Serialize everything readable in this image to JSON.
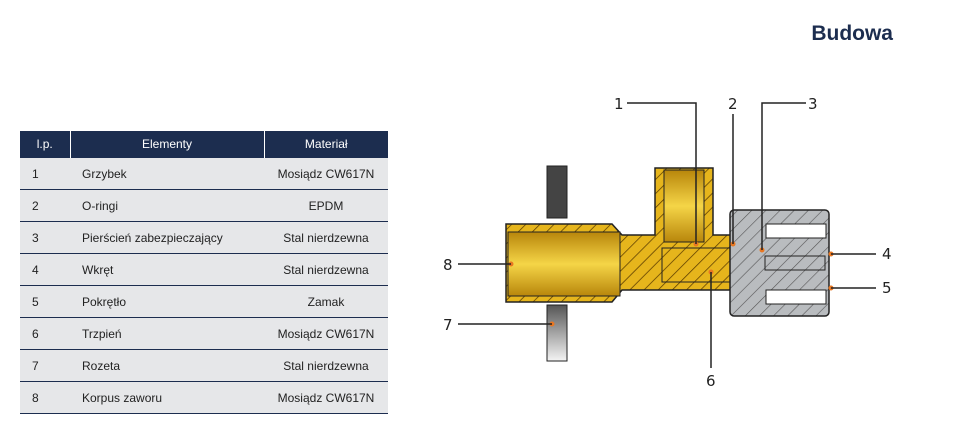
{
  "title": "Budowa",
  "table": {
    "headers": [
      "l.p.",
      "Elementy",
      "Materiał"
    ],
    "rows": [
      {
        "lp": "1",
        "element": "Grzybek",
        "material": "Mosiądz CW617N"
      },
      {
        "lp": "2",
        "element": "O-ringi",
        "material": "EPDM"
      },
      {
        "lp": "3",
        "element": "Pierścień zabezpieczający",
        "material": "Stal nierdzewna"
      },
      {
        "lp": "4",
        "element": "Wkręt",
        "material": "Stal nierdzewna"
      },
      {
        "lp": "5",
        "element": "Pokrętło",
        "material": "Zamak"
      },
      {
        "lp": "6",
        "element": "Trzpień",
        "material": "Mosiądz CW617N"
      },
      {
        "lp": "7",
        "element": "Rozeta",
        "material": "Stal nierdzewna"
      },
      {
        "lp": "8",
        "element": "Korpus zaworu",
        "material": "Mosiądz CW617N"
      }
    ]
  },
  "diagram": {
    "callouts": [
      "1",
      "2",
      "3",
      "4",
      "5",
      "6",
      "7",
      "8"
    ],
    "brass": "#e0b41c",
    "marker": "#e87722"
  }
}
